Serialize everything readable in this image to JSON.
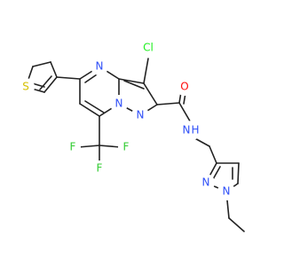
{
  "structure": {
    "colors": {
      "bond": "#222222",
      "N": "#3050F8",
      "O": "#FF0D0D",
      "S": "#D4C000",
      "F": "#33CC33",
      "Cl": "#1FF01F"
    },
    "atoms": [
      {
        "id": "Cl",
        "label": "Cl",
        "element": "Cl"
      },
      {
        "id": "S",
        "label": "S",
        "element": "S"
      },
      {
        "id": "N1",
        "label": "N",
        "element": "N"
      },
      {
        "id": "N2",
        "label": "N",
        "element": "N"
      },
      {
        "id": "N3",
        "label": "N",
        "element": "N"
      },
      {
        "id": "O",
        "label": "O",
        "element": "O"
      },
      {
        "id": "NH",
        "label": "N",
        "element": "N"
      },
      {
        "id": "H",
        "label": "H",
        "element": "N"
      },
      {
        "id": "N4",
        "label": "N",
        "element": "N"
      },
      {
        "id": "N5",
        "label": "N",
        "element": "N"
      },
      {
        "id": "F1",
        "label": "F",
        "element": "F"
      },
      {
        "id": "F2",
        "label": "F",
        "element": "F"
      },
      {
        "id": "F3",
        "label": "F",
        "element": "F"
      }
    ]
  }
}
